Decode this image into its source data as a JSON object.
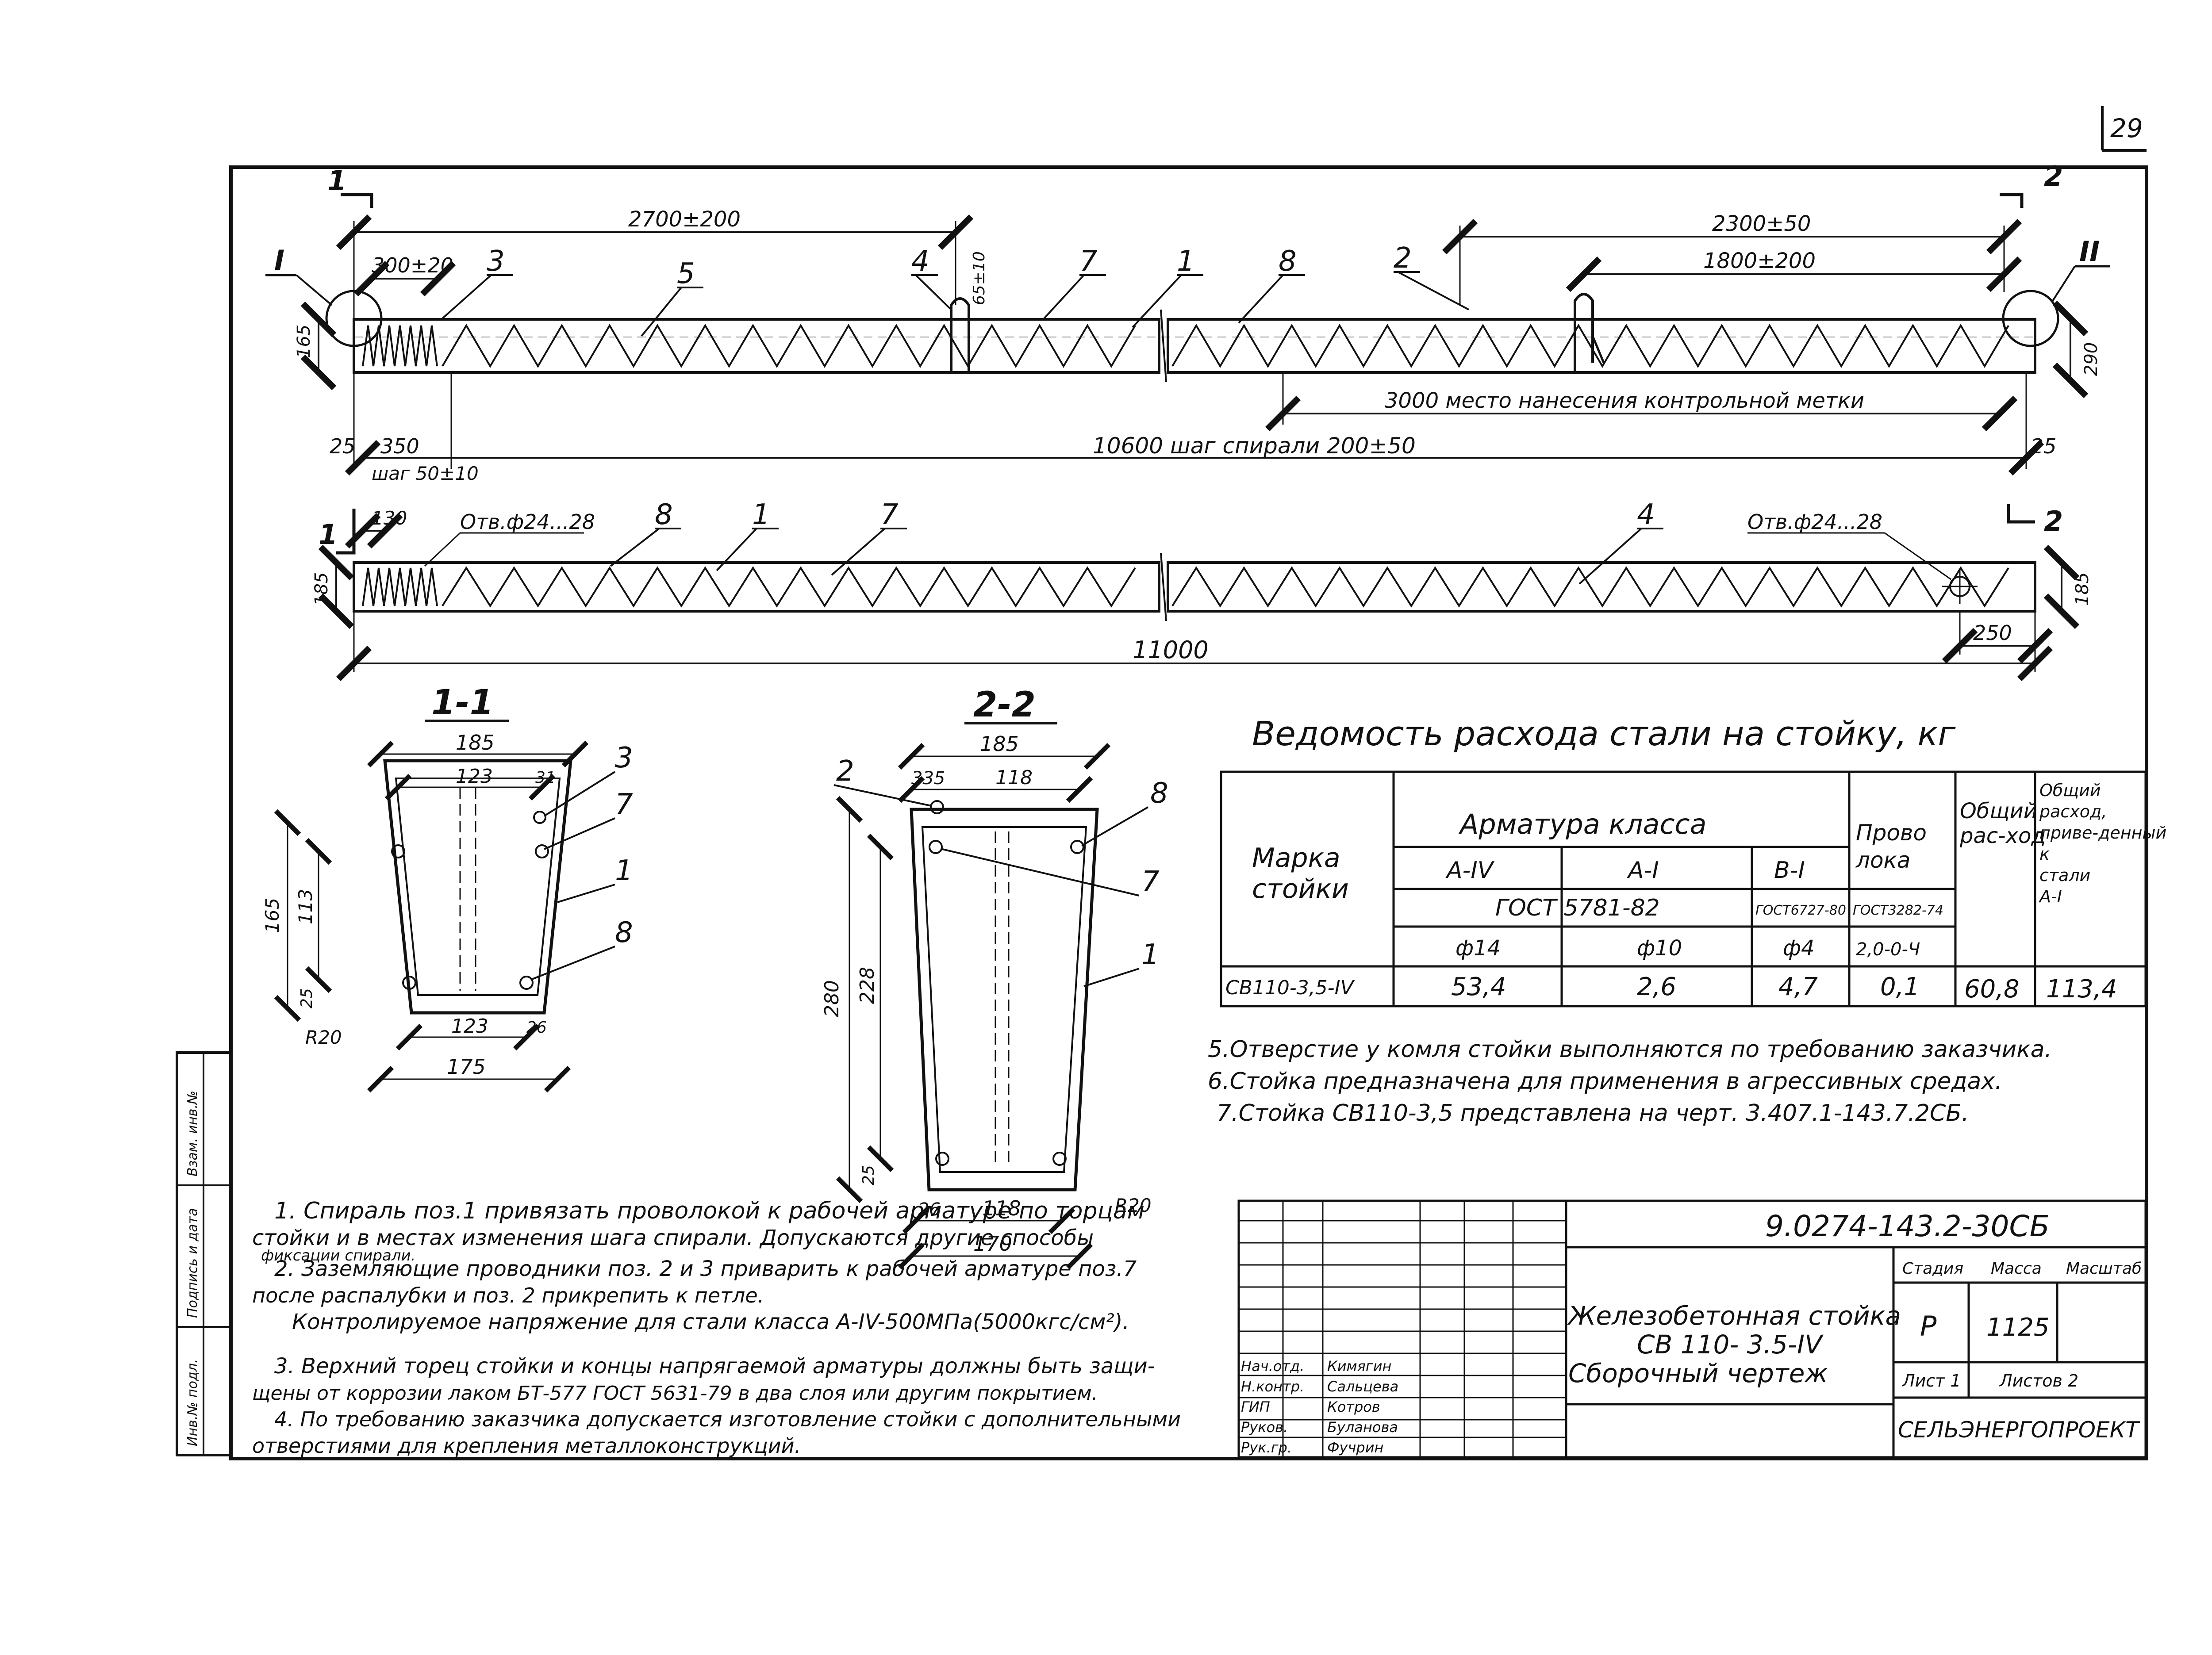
{
  "sheet_number": "29",
  "section_marks": {
    "cut1": "1",
    "cut2": "2",
    "detail1": "I",
    "detail2": "II"
  },
  "elevation_top": {
    "positions": [
      "3",
      "5",
      "4",
      "7",
      "1",
      "8",
      "2"
    ],
    "dims": {
      "d2700": "2700±200",
      "d300": "300±20",
      "d65": "65±10",
      "d2300": "2300±50",
      "d1800": "1800±200",
      "d165": "165",
      "d290": "290",
      "d25a": "25",
      "d350": "350",
      "d25b": "25",
      "shag50": "шаг 50±10",
      "d3000": "3000 место нанесения контрольной метки",
      "d10600": "10600  шаг  спирали   200±50"
    }
  },
  "elevation_bottom": {
    "positions": [
      "8",
      "1",
      "7",
      "4"
    ],
    "dims": {
      "d130": "130",
      "hole1": "Отв.ф24...28",
      "hole2": "Отв.ф24...28",
      "d185a": "185",
      "d185b": "185",
      "d250": "250",
      "d11000": "11000"
    }
  },
  "section_1_1": {
    "title": "1-1",
    "dims": {
      "top": "185",
      "t123": "123",
      "t31": "31",
      "left": "165",
      "inner": "113",
      "d25": "25",
      "b123": "123",
      "b26": "26",
      "bottom": "175",
      "radius": "R20"
    },
    "positions": [
      "3",
      "7",
      "1",
      "8"
    ]
  },
  "section_2_2": {
    "title": "2-2",
    "dims": {
      "top": "185",
      "t335": "335",
      "t118": "118",
      "left": "280",
      "inner": "228",
      "d25": "25",
      "b26": "26",
      "b118": "118",
      "bottom": "170",
      "radius": "R20"
    },
    "positions": [
      "2",
      "8",
      "7",
      "1"
    ]
  },
  "steel_table": {
    "title": "Ведомость расхода стали на стойку, кг",
    "header": {
      "mark": "Марка стойки",
      "armatura": "Арматура класса",
      "a4": "А-IV",
      "a1": "А-I",
      "v1": "В-I",
      "gost1": "ГОСТ 5781-82",
      "gost2": "ГОСТ6727-80",
      "gost3": "ГОСТ3282-74",
      "f14": "ф14",
      "f10": "ф10",
      "f4": "ф4",
      "wire": "2,0-0-Ч",
      "provoloka": "Прово-лока",
      "total": "Общий рас-ход",
      "total_reduced": "Общий расход, приве-денный к стали А-I"
    },
    "row": {
      "mark": "СВ110-3,5-IV",
      "a4": "53,4",
      "a1": "2,6",
      "v1": "4,7",
      "wire": "0,1",
      "total": "60,8",
      "total_reduced": "113,4"
    }
  },
  "notes_right": [
    "5.Отверстие у    комля    стойки выполняются по требованию заказчика.",
    "6.Стойка предназначена для применения в агрессивных средах.",
    "7.Стойка СВ110-3,5 представлена на черт. 3.407.1-143.7.2СБ."
  ],
  "notes_left": [
    "1. Спираль поз.1 привязать проволокой к рабочей арматуре по торцам",
    "стойки и в местах изменения   шага    спирали. Допускаются другие способы",
    "фиксации спирали.",
    "2. Заземляющие проводники поз. 2 и 3 приварить к рабочей арматуре поз.7",
    "после распалубки и поз. 2 прикрепить к петле.",
    "Контролируемое напряжение для стали класса А-IV-500МПа(5000кгс/см²).",
    "3. Верхний торец стойки и концы напрягаемой арматуры должны быть защи-",
    "щены от коррозии лаком БТ-577 ГОСТ 5631-79 в два слоя или другим покрытием.",
    "4. По требованию заказчика допускается изготовление стойки с дополнительными",
    "отверстиями для крепления     металлоконструкций."
  ],
  "title_block": {
    "doc_code": "9.0274-143.2-30СБ",
    "name_line1": "Железобетонная стойка",
    "name_line2": "СВ 110- 3.5-IV",
    "name_line3": "Сборочный   чертеж",
    "stage_label": "Стадия",
    "mass_label": "Масса",
    "scale_label": "Масштаб",
    "stage": "Р",
    "mass": "1125",
    "sheet_label": "Лист 1",
    "sheets_label": "Листов 2",
    "org": "СЕЛЬЭНЕРГОПРОЕКТ",
    "roles": [
      "Нач.отд.",
      "Н.контр.",
      "ГИП",
      "Руков.",
      "Рук.гр."
    ],
    "names": [
      "Кимягин",
      "Сальцева",
      "Котров",
      "Буланова",
      "Фучрин"
    ]
  },
  "margin_stamp": [
    "Инв.№ подл.",
    "Подпись и дата",
    "Взам. инв.№"
  ]
}
